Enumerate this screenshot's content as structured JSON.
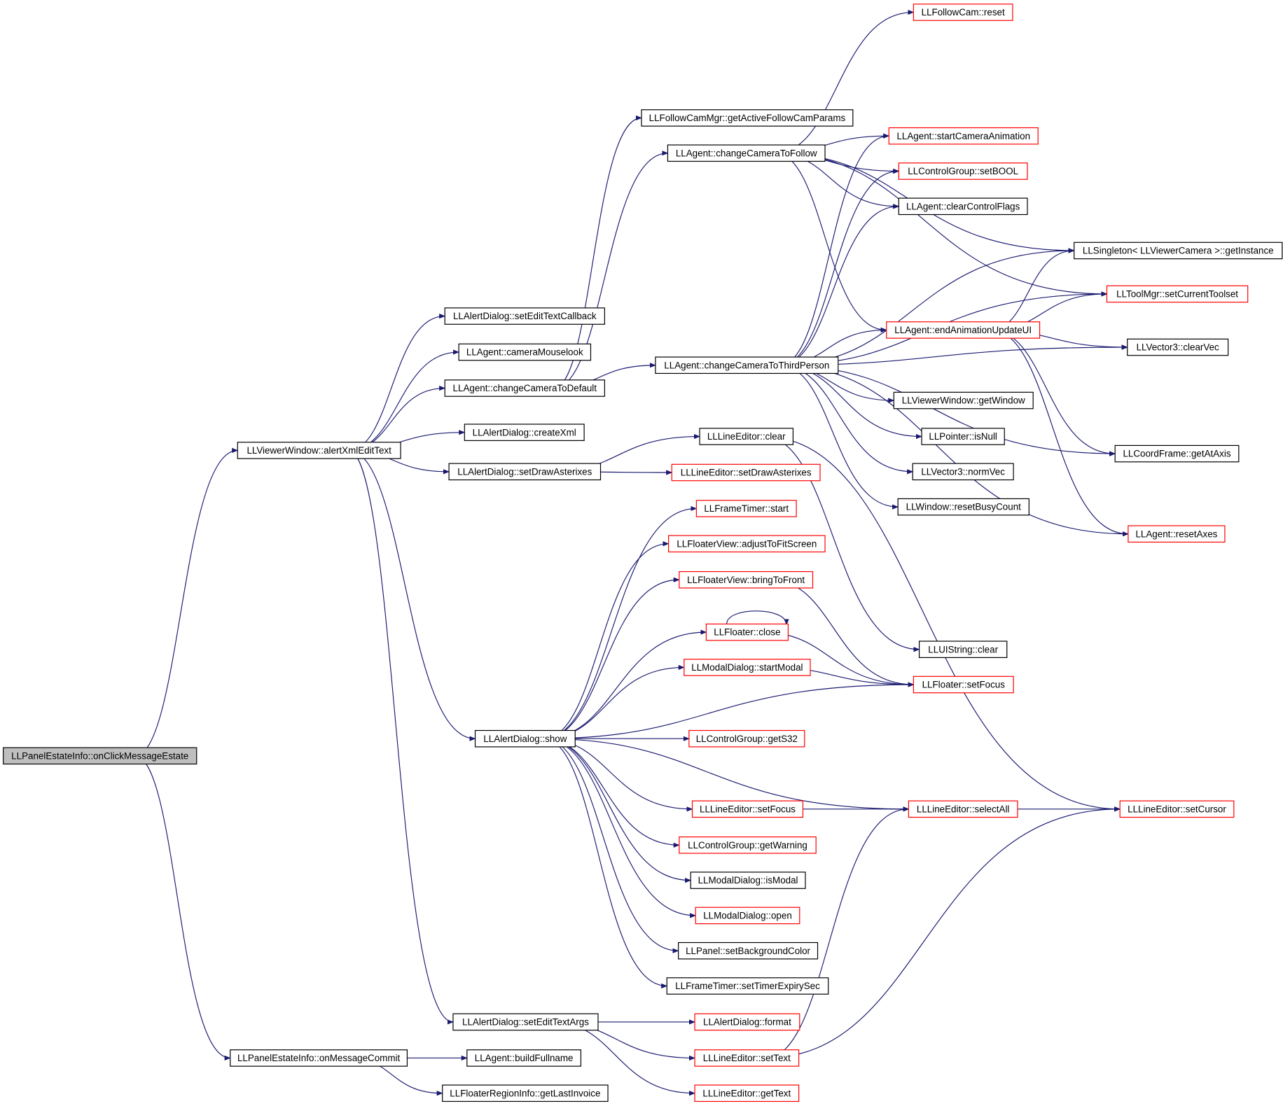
{
  "graph": {
    "colors": {
      "edge": "#191970",
      "text": "#000000",
      "normal_border": "#000000",
      "truncated_border": "#ff0000",
      "root_fill": "#bfbfbf"
    },
    "nodes": [
      {
        "id": "n_root",
        "label": "LLPanelEstateInfo::onClickMessageEstate",
        "style": "root"
      },
      {
        "id": "n_alertxml",
        "label": "LLViewerWindow::alertXmlEditText",
        "style": "normal"
      },
      {
        "id": "n_msgcommit",
        "label": "LLPanelEstateInfo::onMessageCommit",
        "style": "normal"
      },
      {
        "id": "n_seteditcb",
        "label": "LLAlertDialog::setEditTextCallback",
        "style": "normal"
      },
      {
        "id": "n_mouselook",
        "label": "LLAgent::cameraMouselook",
        "style": "normal"
      },
      {
        "id": "n_camdefault",
        "label": "LLAgent::changeCameraToDefault",
        "style": "normal"
      },
      {
        "id": "n_createxml",
        "label": "LLAlertDialog::createXml",
        "style": "normal"
      },
      {
        "id": "n_setdrawast",
        "label": "LLAlertDialog::setDrawAsterixes",
        "style": "normal"
      },
      {
        "id": "n_show",
        "label": "LLAlertDialog::show",
        "style": "normal"
      },
      {
        "id": "n_setedittxt",
        "label": "LLAlertDialog::setEditTextArgs",
        "style": "normal"
      },
      {
        "id": "n_fullname",
        "label": "LLAgent::buildFullname",
        "style": "normal"
      },
      {
        "id": "n_invoice",
        "label": "LLFloaterRegionInfo::getLastInvoice",
        "style": "normal"
      },
      {
        "id": "n_fcmgr",
        "label": "LLFollowCamMgr::getActiveFollowCamParams",
        "style": "normal"
      },
      {
        "id": "n_camfollow",
        "label": "LLAgent::changeCameraToFollow",
        "style": "normal"
      },
      {
        "id": "n_cam3p",
        "label": "LLAgent::changeCameraToThirdPerson",
        "style": "normal"
      },
      {
        "id": "n_le_clear",
        "label": "LLLineEditor::clear",
        "style": "normal"
      },
      {
        "id": "n_le_drawast",
        "label": "LLLineEditor::setDrawAsterixes",
        "style": "truncated"
      },
      {
        "id": "n_ft_start",
        "label": "LLFrameTimer::start",
        "style": "truncated"
      },
      {
        "id": "n_fv_adjust",
        "label": "LLFloaterView::adjustToFitScreen",
        "style": "truncated"
      },
      {
        "id": "n_fv_front",
        "label": "LLFloaterView::bringToFront",
        "style": "truncated"
      },
      {
        "id": "n_fl_close",
        "label": "LLFloater::close",
        "style": "truncated"
      },
      {
        "id": "n_md_start",
        "label": "LLModalDialog::startModal",
        "style": "truncated"
      },
      {
        "id": "n_cg_gets32",
        "label": "LLControlGroup::getS32",
        "style": "truncated"
      },
      {
        "id": "n_le_focus",
        "label": "LLLineEditor::setFocus",
        "style": "truncated"
      },
      {
        "id": "n_cg_warn",
        "label": "LLControlGroup::getWarning",
        "style": "truncated"
      },
      {
        "id": "n_md_ismodal",
        "label": "LLModalDialog::isModal",
        "style": "normal"
      },
      {
        "id": "n_md_open",
        "label": "LLModalDialog::open",
        "style": "truncated"
      },
      {
        "id": "n_pn_bgcolor",
        "label": "LLPanel::setBackgroundColor",
        "style": "normal"
      },
      {
        "id": "n_ft_expiry",
        "label": "LLFrameTimer::setTimerExpirySec",
        "style": "normal"
      },
      {
        "id": "n_ad_format",
        "label": "LLAlertDialog::format",
        "style": "truncated"
      },
      {
        "id": "n_le_settext",
        "label": "LLLineEditor::setText",
        "style": "truncated"
      },
      {
        "id": "n_le_gettext",
        "label": "LLLineEditor::getText",
        "style": "truncated"
      },
      {
        "id": "n_fc_reset",
        "label": "LLFollowCam::reset",
        "style": "truncated"
      },
      {
        "id": "n_startcamanim",
        "label": "LLAgent::startCameraAnimation",
        "style": "truncated"
      },
      {
        "id": "n_cg_setbool",
        "label": "LLControlGroup::setBOOL",
        "style": "truncated"
      },
      {
        "id": "n_clearflags",
        "label": "LLAgent::clearControlFlags",
        "style": "normal"
      },
      {
        "id": "n_endanim",
        "label": "LLAgent::endAnimationUpdateUI",
        "style": "truncated"
      },
      {
        "id": "n_vw_getwin",
        "label": "LLViewerWindow::getWindow",
        "style": "normal"
      },
      {
        "id": "n_ptr_isnull",
        "label": "LLPointer::isNull",
        "style": "normal"
      },
      {
        "id": "n_v3_norm",
        "label": "LLVector3::normVec",
        "style": "normal"
      },
      {
        "id": "n_win_busy",
        "label": "LLWindow::resetBusyCount",
        "style": "normal"
      },
      {
        "id": "n_uis_clear",
        "label": "LLUIString::clear",
        "style": "normal"
      },
      {
        "id": "n_fl_focus",
        "label": "LLFloater::setFocus",
        "style": "truncated"
      },
      {
        "id": "n_le_selall",
        "label": "LLLineEditor::selectAll",
        "style": "truncated"
      },
      {
        "id": "n_singleton",
        "label": "LLSingleton< LLViewerCamera >::getInstance",
        "style": "normal"
      },
      {
        "id": "n_toolset",
        "label": "LLToolMgr::setCurrentToolset",
        "style": "truncated"
      },
      {
        "id": "n_v3_clear",
        "label": "LLVector3::clearVec",
        "style": "normal"
      },
      {
        "id": "n_atAxis",
        "label": "LLCoordFrame::getAtAxis",
        "style": "normal"
      },
      {
        "id": "n_resetaxes",
        "label": "LLAgent::resetAxes",
        "style": "truncated"
      },
      {
        "id": "n_le_cursor",
        "label": "LLLineEditor::setCursor",
        "style": "truncated"
      }
    ],
    "edges": [
      [
        "n_root",
        "n_alertxml"
      ],
      [
        "n_root",
        "n_msgcommit"
      ],
      [
        "n_alertxml",
        "n_seteditcb"
      ],
      [
        "n_alertxml",
        "n_mouselook"
      ],
      [
        "n_alertxml",
        "n_camdefault"
      ],
      [
        "n_alertxml",
        "n_createxml"
      ],
      [
        "n_alertxml",
        "n_setdrawast"
      ],
      [
        "n_alertxml",
        "n_show"
      ],
      [
        "n_alertxml",
        "n_setedittxt"
      ],
      [
        "n_msgcommit",
        "n_fullname"
      ],
      [
        "n_msgcommit",
        "n_invoice"
      ],
      [
        "n_camdefault",
        "n_fcmgr"
      ],
      [
        "n_camdefault",
        "n_camfollow"
      ],
      [
        "n_camdefault",
        "n_cam3p"
      ],
      [
        "n_setdrawast",
        "n_le_clear"
      ],
      [
        "n_setdrawast",
        "n_le_drawast"
      ],
      [
        "n_show",
        "n_ft_start"
      ],
      [
        "n_show",
        "n_fv_adjust"
      ],
      [
        "n_show",
        "n_fv_front"
      ],
      [
        "n_show",
        "n_fl_close"
      ],
      [
        "n_show",
        "n_md_start"
      ],
      [
        "n_show",
        "n_fl_focus"
      ],
      [
        "n_show",
        "n_cg_gets32"
      ],
      [
        "n_show",
        "n_le_selall"
      ],
      [
        "n_show",
        "n_le_focus"
      ],
      [
        "n_show",
        "n_cg_warn"
      ],
      [
        "n_show",
        "n_md_ismodal"
      ],
      [
        "n_show",
        "n_md_open"
      ],
      [
        "n_show",
        "n_pn_bgcolor"
      ],
      [
        "n_show",
        "n_ft_expiry"
      ],
      [
        "n_setedittxt",
        "n_ad_format"
      ],
      [
        "n_setedittxt",
        "n_le_settext"
      ],
      [
        "n_setedittxt",
        "n_le_gettext"
      ],
      [
        "n_camfollow",
        "n_fc_reset"
      ],
      [
        "n_camfollow",
        "n_startcamanim"
      ],
      [
        "n_camfollow",
        "n_cg_setbool"
      ],
      [
        "n_camfollow",
        "n_clearflags"
      ],
      [
        "n_camfollow",
        "n_endanim"
      ],
      [
        "n_camfollow",
        "n_singleton"
      ],
      [
        "n_camfollow",
        "n_toolset"
      ],
      [
        "n_cam3p",
        "n_startcamanim"
      ],
      [
        "n_cam3p",
        "n_cg_setbool"
      ],
      [
        "n_cam3p",
        "n_clearflags"
      ],
      [
        "n_cam3p",
        "n_endanim"
      ],
      [
        "n_cam3p",
        "n_singleton"
      ],
      [
        "n_cam3p",
        "n_toolset"
      ],
      [
        "n_cam3p",
        "n_v3_clear"
      ],
      [
        "n_cam3p",
        "n_vw_getwin"
      ],
      [
        "n_cam3p",
        "n_ptr_isnull"
      ],
      [
        "n_cam3p",
        "n_v3_norm"
      ],
      [
        "n_cam3p",
        "n_win_busy"
      ],
      [
        "n_cam3p",
        "n_atAxis"
      ],
      [
        "n_cam3p",
        "n_resetaxes"
      ],
      [
        "n_endanim",
        "n_singleton"
      ],
      [
        "n_endanim",
        "n_toolset"
      ],
      [
        "n_endanim",
        "n_v3_clear"
      ],
      [
        "n_endanim",
        "n_atAxis"
      ],
      [
        "n_endanim",
        "n_resetaxes"
      ],
      [
        "n_le_clear",
        "n_uis_clear"
      ],
      [
        "n_le_clear",
        "n_le_cursor"
      ],
      [
        "n_fv_front",
        "n_fl_focus"
      ],
      [
        "n_fl_close",
        "n_fl_close"
      ],
      [
        "n_fl_close",
        "n_fl_focus"
      ],
      [
        "n_md_start",
        "n_fl_focus"
      ],
      [
        "n_le_focus",
        "n_le_selall"
      ],
      [
        "n_le_selall",
        "n_le_cursor"
      ],
      [
        "n_le_settext",
        "n_le_selall"
      ],
      [
        "n_le_settext",
        "n_le_cursor"
      ]
    ]
  }
}
